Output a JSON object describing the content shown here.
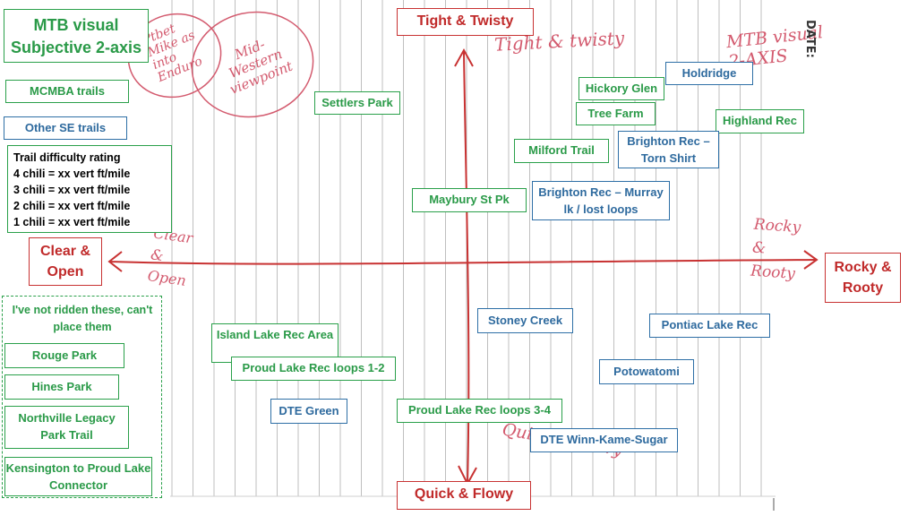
{
  "title": "MTB visual Subjective 2-axis",
  "date_label": "DATE:",
  "axes": {
    "top": "Tight & Twisty",
    "bottom": "Quick & Flowy",
    "left": "Clear & Open",
    "right": "Rocky & Rooty"
  },
  "legend": {
    "mcmba": "MCMBA trails",
    "other_se": "Other SE trails",
    "difficulty": {
      "heading": "Trail difficulty rating",
      "lines": [
        "4 chili = xx vert ft/mile",
        "3 chili = xx vert ft/mile",
        "2 chili = xx vert ft/mile",
        "1 chili = xx vert ft/mile"
      ]
    }
  },
  "unplaced": {
    "note": "I've not ridden these, can't place them",
    "trails": [
      "Rouge Park",
      "Hines Park",
      "Northville Legacy Park Trail",
      "Kensington to Proud Lake Connector"
    ]
  },
  "trails": [
    {
      "id": "settlers-park",
      "label": "Settlers Park",
      "group": "MCMBA"
    },
    {
      "id": "hickory-glen",
      "label": "Hickory Glen",
      "group": "MCMBA"
    },
    {
      "id": "holdridge",
      "label": "Holdridge",
      "group": "Other SE"
    },
    {
      "id": "tree-farm",
      "label": "Tree Farm",
      "group": "MCMBA"
    },
    {
      "id": "highland-rec",
      "label": "Highland Rec",
      "group": "MCMBA"
    },
    {
      "id": "milford-trail",
      "label": "Milford Trail",
      "group": "MCMBA"
    },
    {
      "id": "brighton-torn-shirt",
      "label": "Brighton Rec – Torn Shirt",
      "group": "Other SE"
    },
    {
      "id": "maybury",
      "label": "Maybury St Pk",
      "group": "MCMBA"
    },
    {
      "id": "brighton-murray",
      "label": "Brighton Rec – Murray lk / lost loops",
      "group": "Other SE"
    },
    {
      "id": "stoney-creek",
      "label": "Stoney Creek",
      "group": "Other SE"
    },
    {
      "id": "pontiac-lake",
      "label": "Pontiac Lake Rec",
      "group": "Other SE"
    },
    {
      "id": "island-lake",
      "label": "Island Lake Rec Area",
      "group": "MCMBA"
    },
    {
      "id": "proud-lake-12",
      "label": "Proud Lake Rec loops 1-2",
      "group": "MCMBA"
    },
    {
      "id": "potowatomi",
      "label": "Potowatomi",
      "group": "Other SE"
    },
    {
      "id": "dte-green",
      "label": "DTE Green",
      "group": "Other SE"
    },
    {
      "id": "proud-lake-34",
      "label": "Proud Lake Rec loops 3-4",
      "group": "MCMBA"
    },
    {
      "id": "dte-winn",
      "label": "DTE Winn-Kame-Sugar",
      "group": "Other SE"
    }
  ],
  "handwriting": {
    "bubble1": "Ptbet Mike as into Enduro",
    "bubble2": "Mid-Western viewpoint",
    "top": "Tight & twisty",
    "corner": "MTB visual 2-AXIS",
    "left": "Clear & Open",
    "right": "Rocky & Rooty",
    "bottom": "Quick & flowy"
  },
  "colors": {
    "mcmba": "#2aa04a",
    "other_se": "#2e6fa6",
    "axis": "#c83232",
    "handwriting": "#d35a6e",
    "grid": "#bfbfbf"
  }
}
